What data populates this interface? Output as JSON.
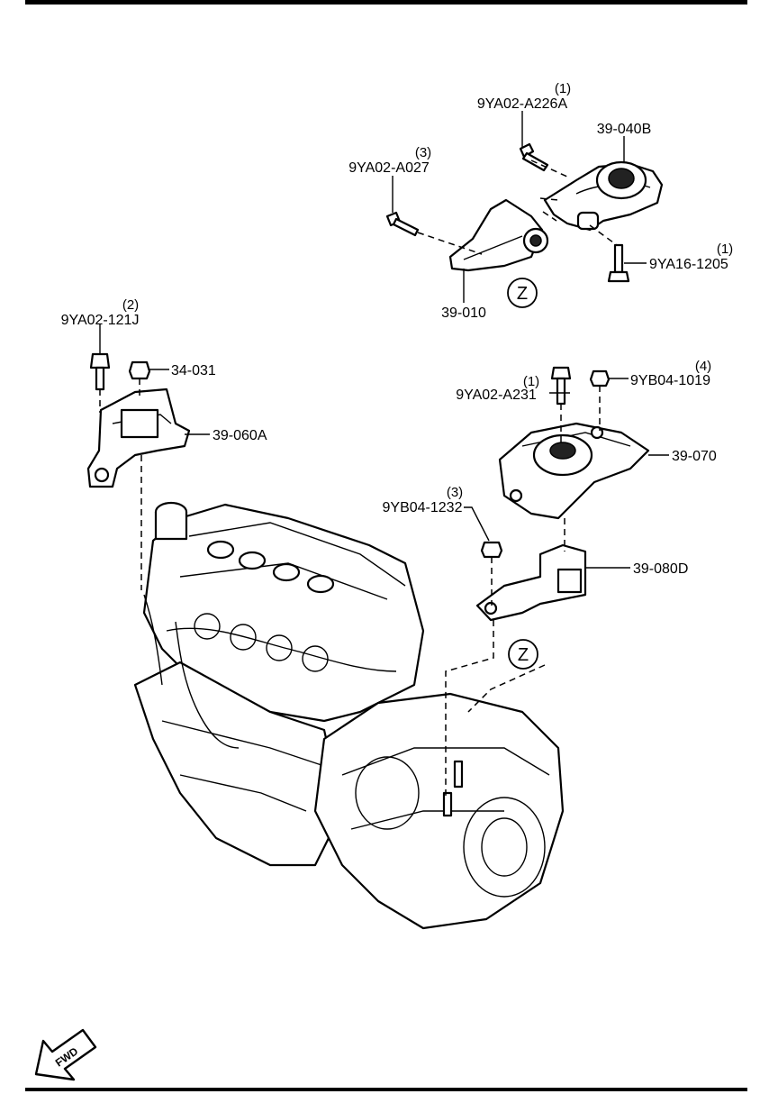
{
  "diagram": {
    "callouts": [
      {
        "id": "c1",
        "part": "9YA02-A226A",
        "qty": "(1)"
      },
      {
        "id": "c2",
        "part": "39-040B",
        "qty": ""
      },
      {
        "id": "c3",
        "part": "9YA02-A027",
        "qty": "(3)"
      },
      {
        "id": "c4",
        "part": "9YA16-1205",
        "qty": "(1)"
      },
      {
        "id": "c5",
        "part": "39-010",
        "qty": ""
      },
      {
        "id": "c6",
        "part": "9YA02-121J",
        "qty": "(2)"
      },
      {
        "id": "c7",
        "part": "34-031",
        "qty": ""
      },
      {
        "id": "c8",
        "part": "39-060A",
        "qty": ""
      },
      {
        "id": "c9",
        "part": "9YA02-A231",
        "qty": "(1)"
      },
      {
        "id": "c10",
        "part": "9YB04-1019",
        "qty": "(4)"
      },
      {
        "id": "c11",
        "part": "39-070",
        "qty": ""
      },
      {
        "id": "c12",
        "part": "9YB04-1232",
        "qty": "(3)"
      },
      {
        "id": "c13",
        "part": "39-080D",
        "qty": ""
      }
    ],
    "zone_marker": "Z",
    "fwd_label": "FWD"
  }
}
